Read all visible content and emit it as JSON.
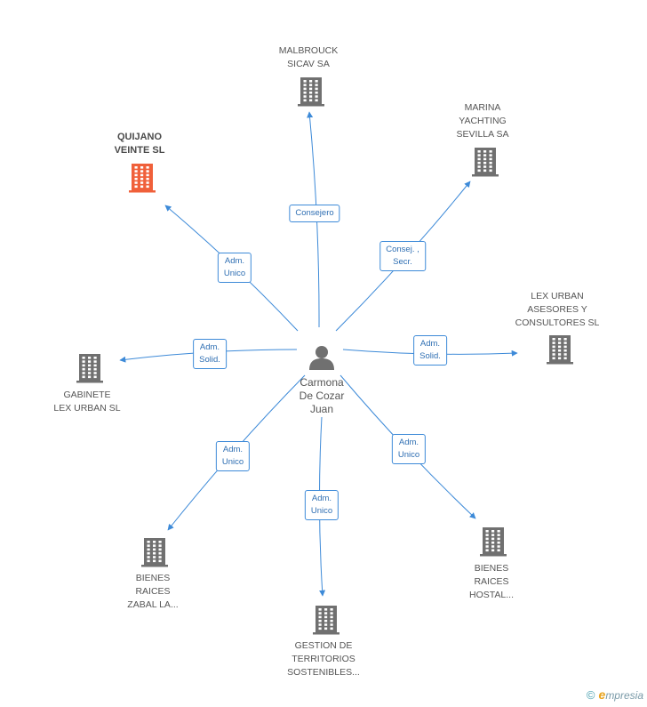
{
  "center": {
    "label": "Carmona\nDe Cozar\nJuan",
    "icon": "person-icon"
  },
  "colors": {
    "edge": "#3d8ad8",
    "building": "#707070",
    "building_highlight": "#f0603a",
    "person": "#707070"
  },
  "nodes": [
    {
      "id": "quijano",
      "label": "QUIJANO\nVEINTE SL",
      "highlight": true,
      "role": "Adm.\nUnico",
      "icon": "building-icon"
    },
    {
      "id": "malbrouck",
      "label": "MALBROUCK\nSICAV SA",
      "highlight": false,
      "role": "Consejero",
      "icon": "building-icon"
    },
    {
      "id": "marina",
      "label": "MARINA\nYACHTING\nSEVILLA SA",
      "highlight": false,
      "role": "Consej. ,\nSecr.",
      "icon": "building-icon"
    },
    {
      "id": "lexurban",
      "label": "LEX URBAN\nASESORES Y\nCONSULTORES SL",
      "highlight": false,
      "role": "Adm.\nSolid.",
      "icon": "building-icon"
    },
    {
      "id": "gabinete",
      "label": "GABINETE\nLEX URBAN SL",
      "highlight": false,
      "role": "Adm.\nSolid.",
      "icon": "building-icon"
    },
    {
      "id": "zabal",
      "label": "BIENES\nRAICES\nZABAL LA...",
      "highlight": false,
      "role": "Adm.\nUnico",
      "icon": "building-icon"
    },
    {
      "id": "gestion",
      "label": "GESTION DE\nTERRITORIOS\nSOSTENIBLES...",
      "highlight": false,
      "role": "Adm.\nUnico",
      "icon": "building-icon"
    },
    {
      "id": "hostal",
      "label": "BIENES\nRAICES\nHOSTAL...",
      "highlight": false,
      "role": "Adm.\nUnico",
      "icon": "building-icon"
    }
  ],
  "footer": {
    "copyright": "©",
    "brand_initial": "e",
    "brand_rest": "mpresia"
  }
}
